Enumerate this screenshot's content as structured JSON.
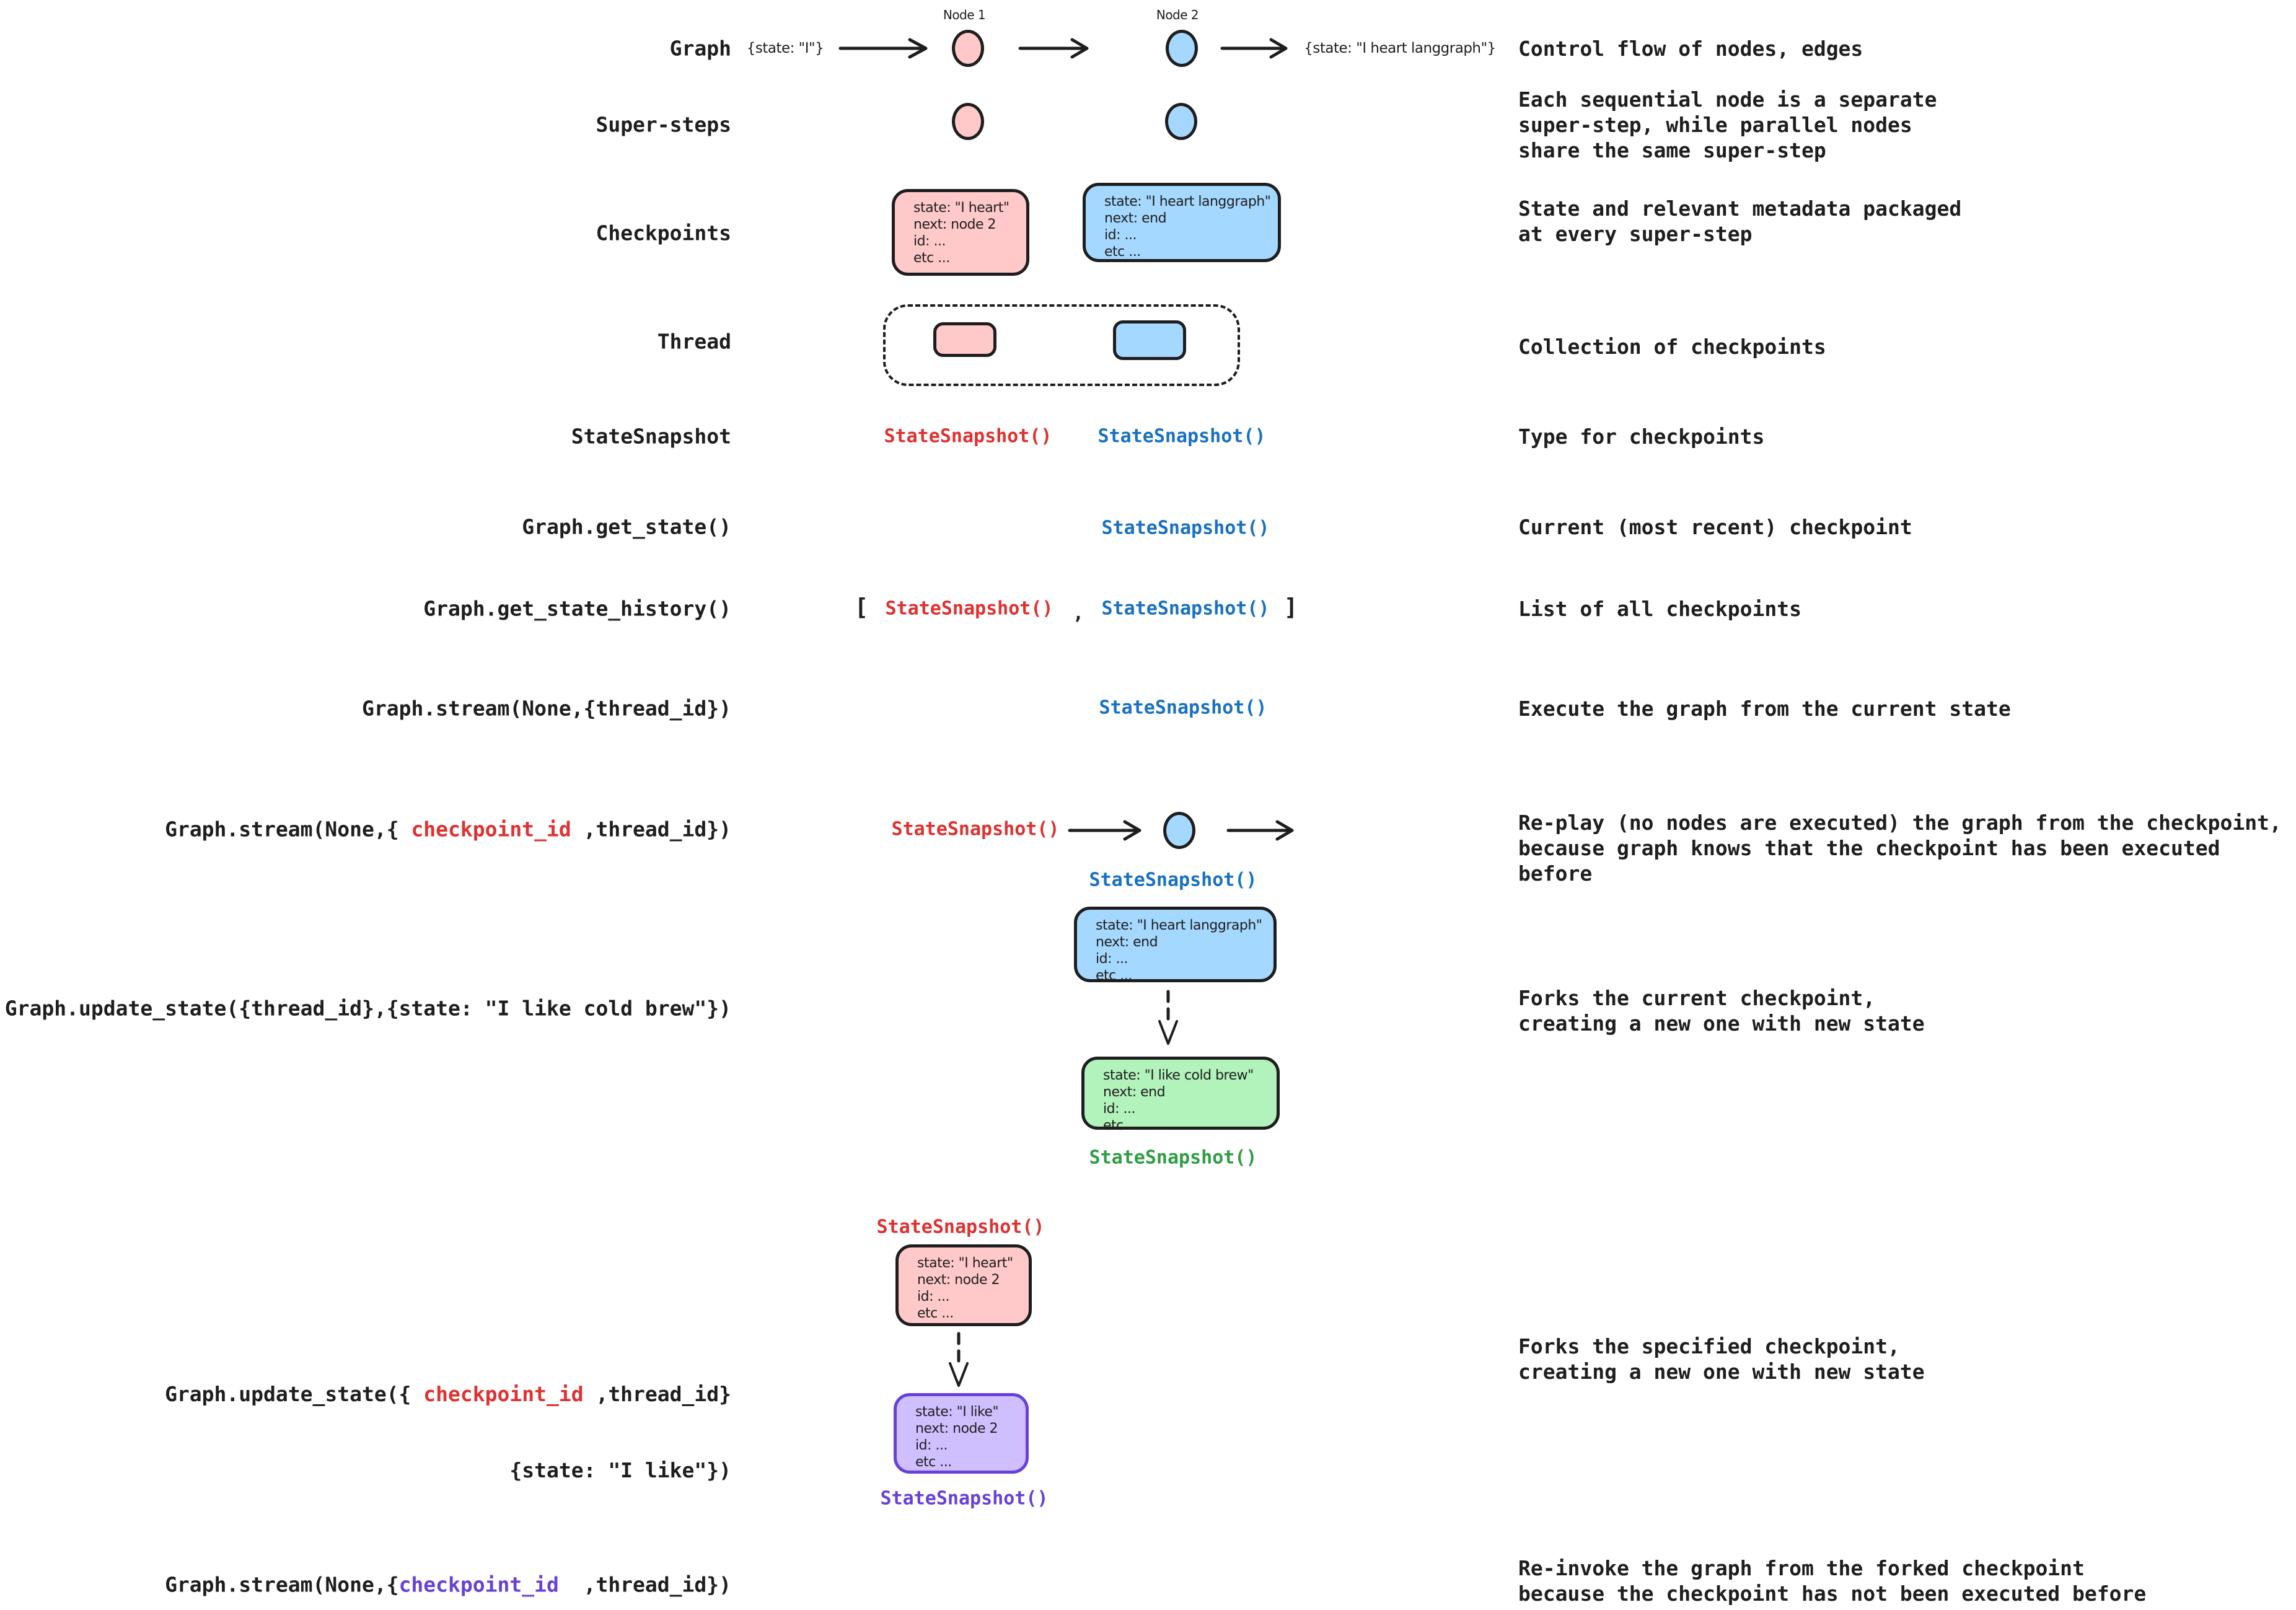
{
  "palette": {
    "ink": "#1e1e1e",
    "red_text": "#e03131",
    "blue_text": "#1971c2",
    "green_text": "#2f9e44",
    "violet_text": "#6741d9",
    "pink_fill": "#ffc9c9",
    "blue_fill": "#a5d8ff",
    "green_fill": "#b2f2bb",
    "violet_fill": "#d0bfff",
    "background": "#ffffff"
  },
  "row_labels": {
    "graph": "Graph",
    "super_steps": "Super-steps",
    "checkpoints": "Checkpoints",
    "thread": "Thread",
    "state_snapshot": "StateSnapshot",
    "get_state": "Graph.get_state()",
    "get_state_history": "Graph.get_state_history()",
    "stream_thread": "Graph.stream(None,{thread_id})",
    "stream_checkpoint": {
      "pre": "Graph.stream(None,{ ",
      "id": "checkpoint_id",
      "post": " ,thread_id})"
    },
    "update_thread": "Graph.update_state({thread_id},{state: \"I like cold brew\"})",
    "update_checkpoint": {
      "pre": "Graph.update_state({ ",
      "id": "checkpoint_id",
      "post": " ,thread_id}",
      "line2": "{state: \"I like\"})"
    },
    "stream_forked": {
      "pre": "Graph.stream(None,{",
      "id": "checkpoint_id",
      "post": "  ,thread_id})"
    }
  },
  "descriptions": {
    "graph": "Control flow of nodes, edges",
    "super_steps": "Each sequential node is a separate\nsuper-step, while parallel nodes\nshare the same super-step",
    "checkpoints": "State and relevant metadata packaged\nat every super-step",
    "thread": "Collection of checkpoints",
    "state_snapshot": "Type for checkpoints",
    "get_state": "Current (most recent) checkpoint",
    "get_state_history": "List of all checkpoints",
    "stream_thread": "Execute the graph from the current state",
    "stream_checkpoint": "Re-play (no nodes are executed) the graph from the checkpoint,\nbecause graph knows that the checkpoint has been executed before",
    "update_thread": "Forks the current checkpoint,\ncreating a new one with new state",
    "update_checkpoint": "Forks the specified checkpoint,\ncreating a new one with new state",
    "stream_forked": "Re-invoke the graph from the forked checkpoint\nbecause the checkpoint has not been executed before"
  },
  "diagram": {
    "node1_label": "Node 1",
    "node2_label": "Node 2",
    "input_state": "{state: \"I\"}",
    "output_state": "{state: \"I heart langgraph\"}",
    "snapshot": "StateSnapshot()",
    "list_open": "[",
    "list_comma": ",",
    "list_close": "]",
    "boxes": {
      "checkpoint_pink": "state: \"I heart\"\nnext: node 2\nid: ...\netc ...",
      "checkpoint_blue": "state: \"I heart langgraph\"\nnext: end\nid: ...\netc ...",
      "fork_green": "state: \"I like cold brew\"\nnext: end\nid: ...\netc ...",
      "fork_purple": "state: \"I like\"\nnext: node 2\nid: ...\netc ..."
    }
  }
}
